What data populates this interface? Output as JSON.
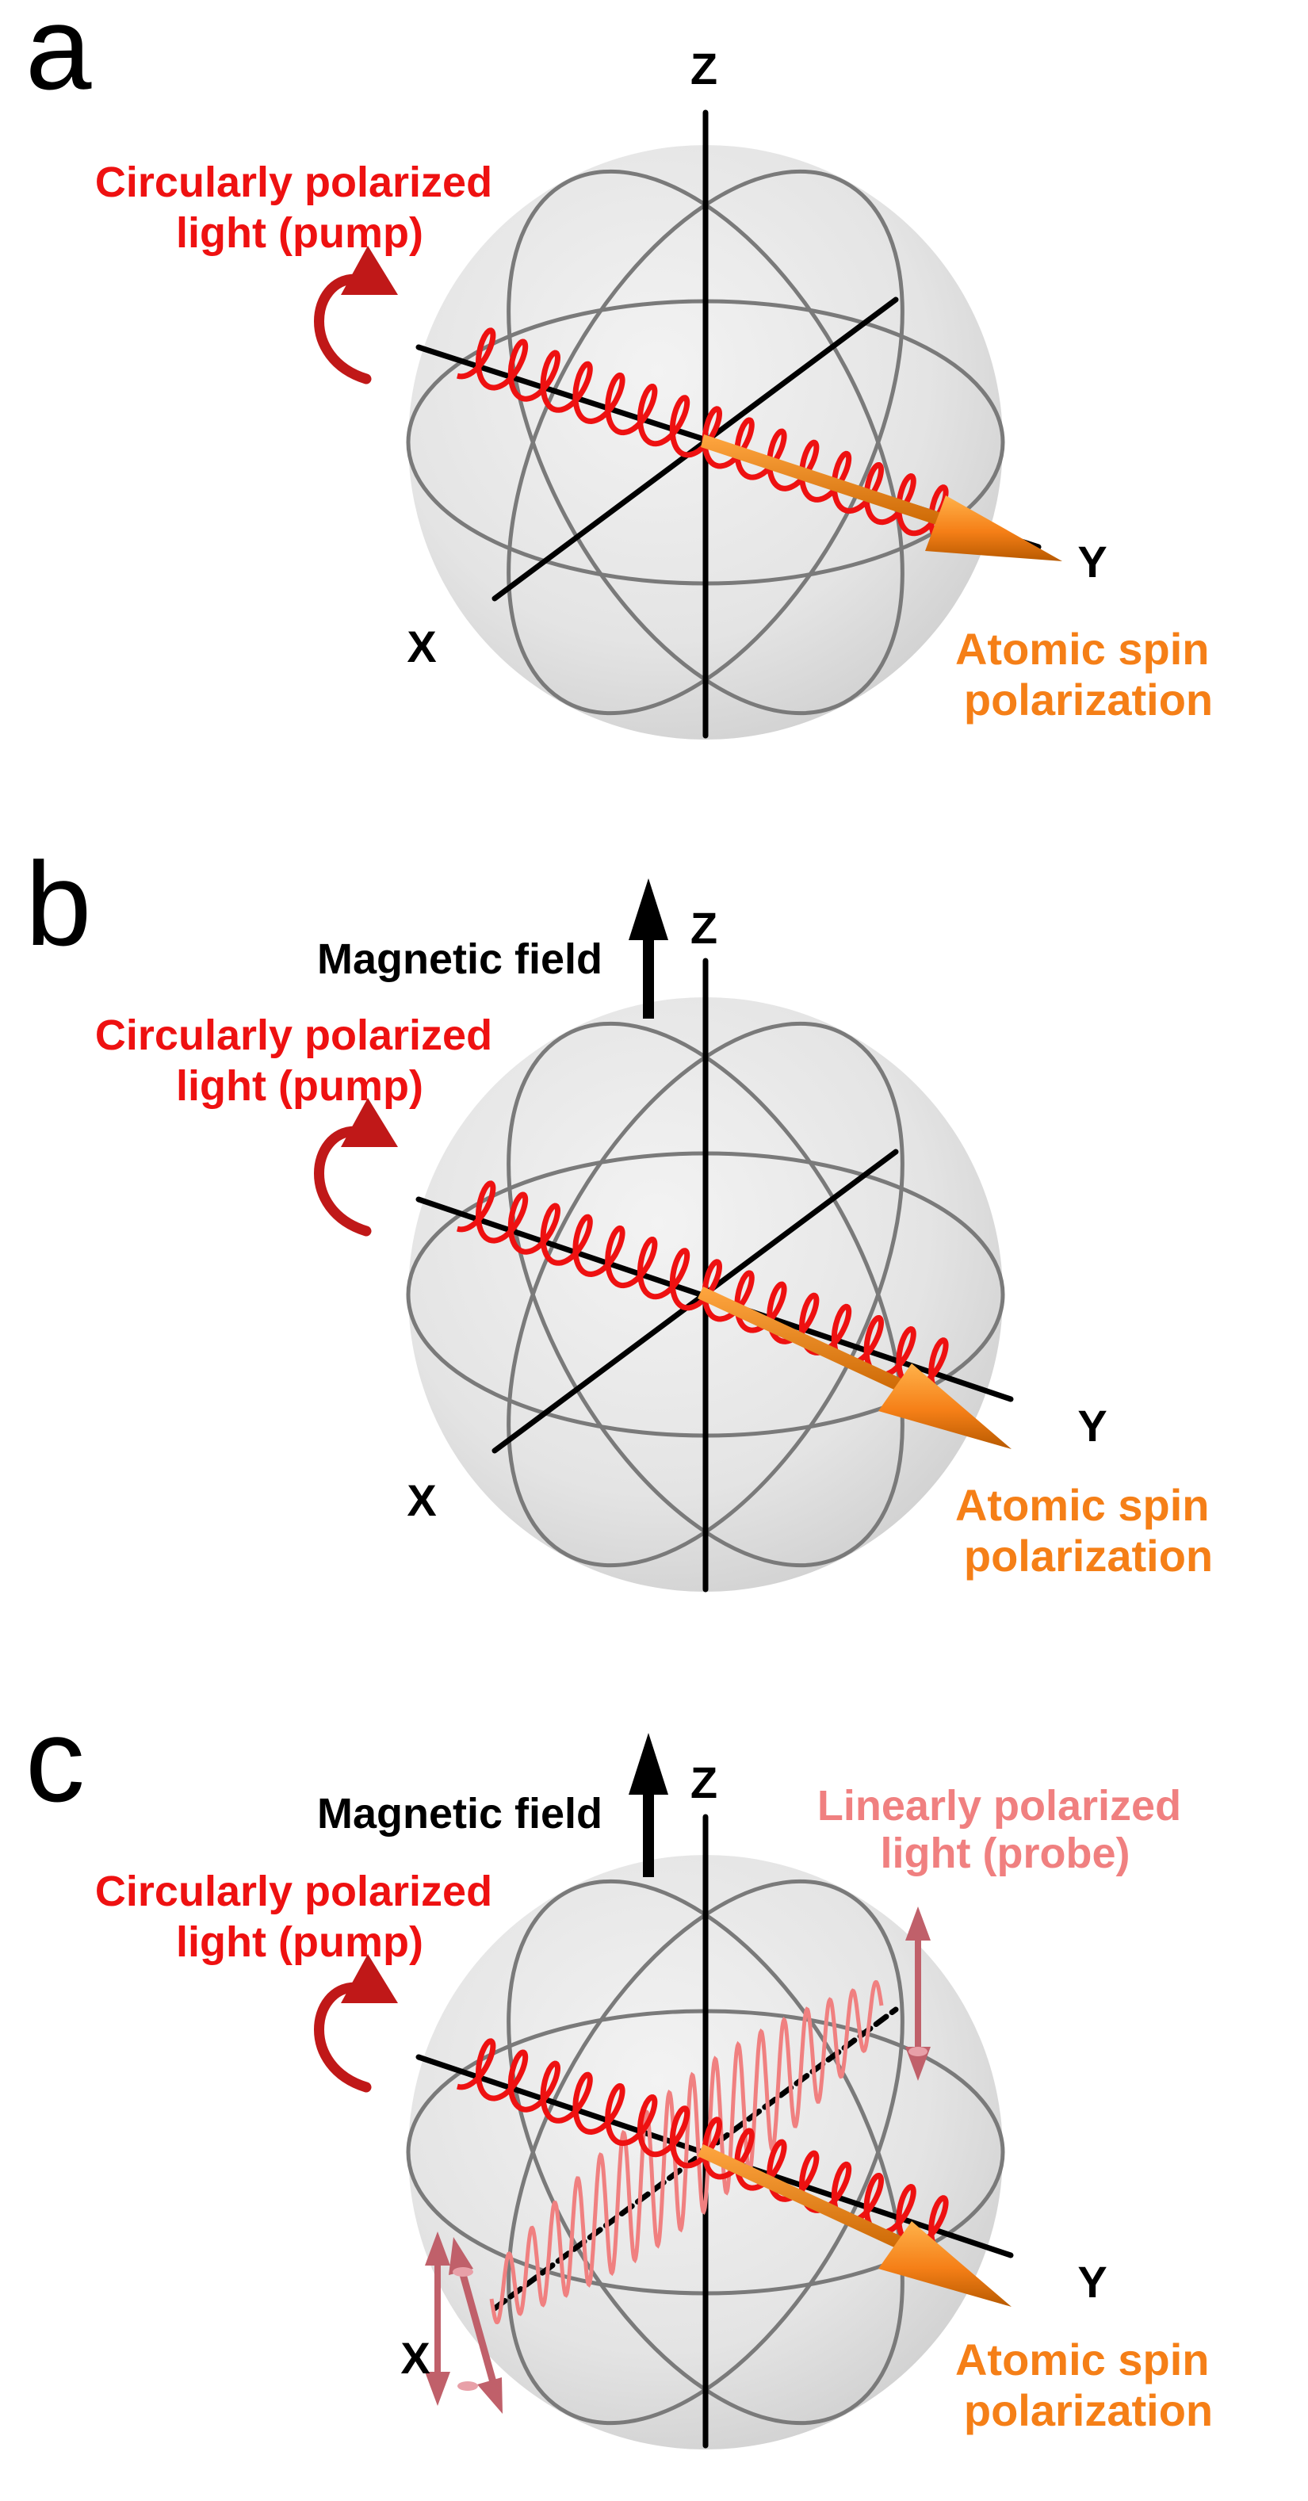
{
  "panels": [
    {
      "letter": "a",
      "axes": {
        "z": "Z",
        "y": "Y",
        "x": "X"
      },
      "pump": {
        "line1": "Circularly polarized",
        "line2": "light (pump)"
      },
      "spin": {
        "line1": "Atomic spin",
        "line2": "polarization"
      }
    },
    {
      "letter": "b",
      "axes": {
        "z": "Z",
        "y": "Y",
        "x": "X"
      },
      "field": "Magnetic field",
      "pump": {
        "line1": "Circularly polarized",
        "line2": "light (pump)"
      },
      "spin": {
        "line1": "Atomic spin",
        "line2": "polarization"
      }
    },
    {
      "letter": "c",
      "axes": {
        "z": "Z",
        "y": "Y",
        "x": "X"
      },
      "field": "Magnetic field",
      "pump": {
        "line1": "Circularly polarized",
        "line2": "light (pump)"
      },
      "probe": {
        "line1": "Linearly polarized",
        "line2": "light (probe)"
      },
      "spin": {
        "line1": "Atomic spin",
        "line2": "polarization"
      }
    }
  ],
  "colors": {
    "pump": "#ee1111",
    "pump_arrow": "#c01818",
    "spin": "#f57f17",
    "probe": "#f08080",
    "probe_arrow": "#c0606a",
    "axis": "#000000",
    "sphere_fill": "#e6e6e6",
    "sphere_ring": "#7a7a7a"
  },
  "icons": {
    "pump_rotation": "circular-arrow-icon",
    "spin_vector": "cone-arrow-icon",
    "field_vector": "up-arrow-icon",
    "probe_polarization": "double-arrow-icon"
  }
}
